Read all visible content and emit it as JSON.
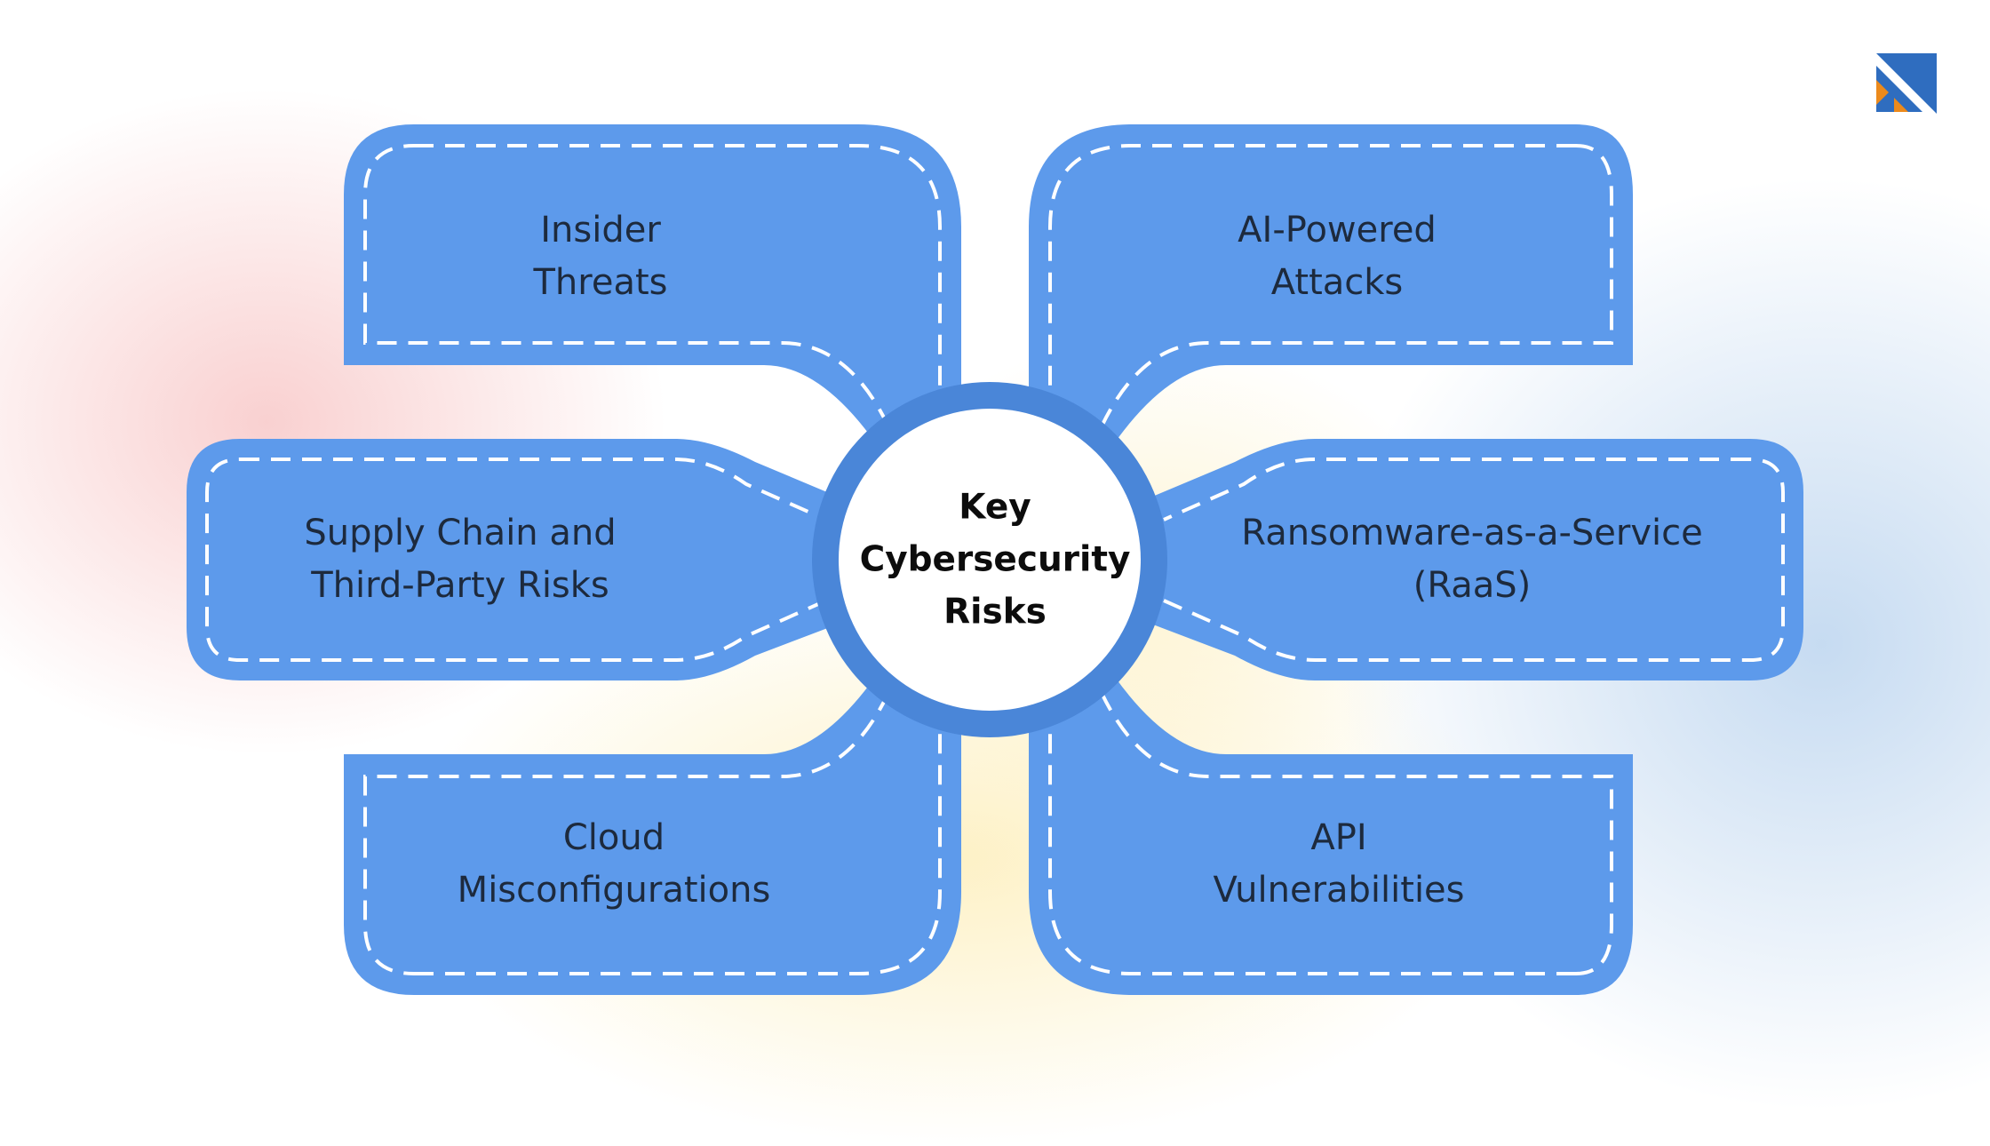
{
  "diagram": {
    "center": {
      "line1": "Key",
      "line2": "Cybersecurity",
      "line3": "Risks"
    },
    "items": {
      "insider": {
        "line1": "Insider",
        "line2": "Threats"
      },
      "ai": {
        "line1": "AI-Powered",
        "line2": "Attacks"
      },
      "supply": {
        "line1": "Supply Chain and",
        "line2": "Third-Party Risks"
      },
      "ransomware": {
        "line1": "Ransomware-as-a-Service",
        "line2": "(RaaS)"
      },
      "cloud": {
        "line1": "Cloud",
        "line2": "Misconfigurations"
      },
      "api": {
        "line1": "API",
        "line2": "Vulnerabilities"
      }
    }
  },
  "colors": {
    "petal": "#5d9aeb",
    "ring": "#4a86d8",
    "dash": "#ffffff",
    "label": "#1d2a3d",
    "logo_blue": "#2f6dbf",
    "logo_orange": "#ec8a1c"
  },
  "icons": {
    "logo": "brand-logo-icon"
  }
}
